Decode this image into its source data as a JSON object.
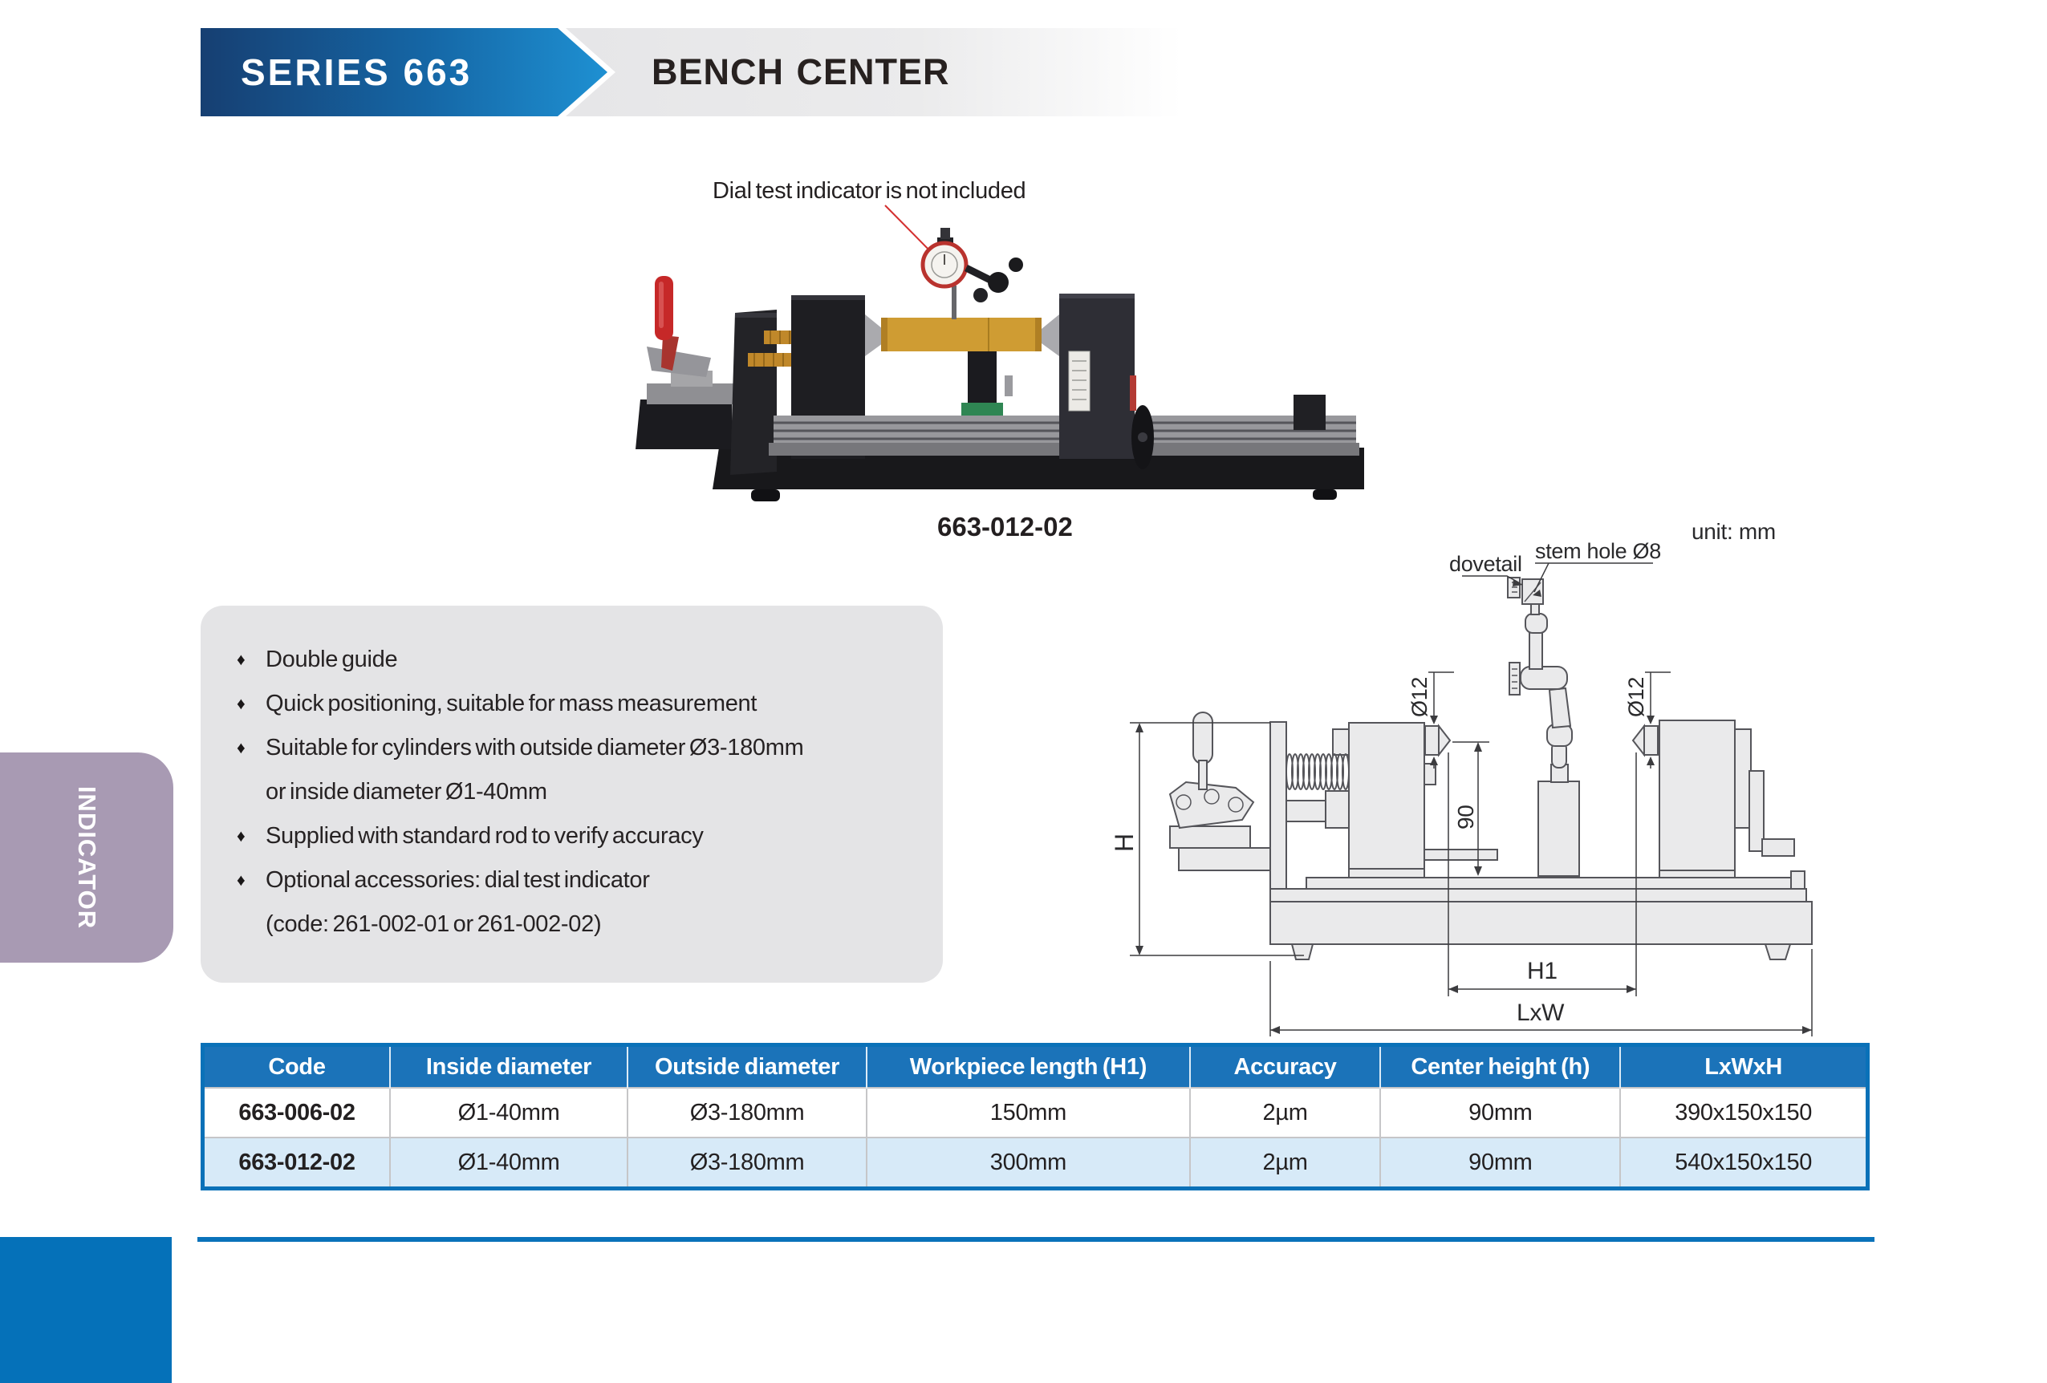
{
  "header": {
    "series_label": "SERIES 663",
    "title": "BENCH CENTER"
  },
  "photo": {
    "note": "Dial test indicator is not included",
    "caption": "663-012-02"
  },
  "features": {
    "bullet_glyph": "♦",
    "lines": [
      {
        "bullet": "♦",
        "text": "Double guide"
      },
      {
        "bullet": "♦",
        "text": "Quick positioning, suitable for mass measurement"
      },
      {
        "bullet": "♦",
        "text": "Suitable for cylinders with outside diameter Ø3-180mm"
      },
      {
        "bullet": "",
        "text": "or inside diameter Ø1-40mm"
      },
      {
        "bullet": "♦",
        "text": "Supplied with standard rod to verify accuracy"
      },
      {
        "bullet": "♦",
        "text": "Optional accessories: dial test indicator"
      },
      {
        "bullet": "",
        "text": "(code: 261-002-01 or 261-002-02)"
      }
    ]
  },
  "sidebar": {
    "tab_label": "INDICATOR"
  },
  "diagram": {
    "unit": "unit: mm",
    "dovetail": "dovetail",
    "stem_hole": "stem hole Ø8",
    "dia12": "Ø12",
    "center_height_90": "90",
    "dim_h": "H",
    "dim_h1": "H1",
    "dim_lxw": "LxW"
  },
  "table": {
    "headers": [
      "Code",
      "Inside diameter",
      "Outside diameter",
      "Workpiece length (H1)",
      "Accuracy",
      "Center height (h)",
      "LxWxH"
    ],
    "rows": [
      [
        "663-006-02",
        "Ø1-40mm",
        "Ø3-180mm",
        "150mm",
        "2µm",
        "90mm",
        "390x150x150"
      ],
      [
        "663-012-02",
        "Ø1-40mm",
        "Ø3-180mm",
        "300mm",
        "2µm",
        "90mm",
        "540x150x150"
      ]
    ]
  },
  "colors": {
    "banner_blue_dark": "#163f72",
    "banner_blue_light": "#1e90d2",
    "table_header_blue": "#1b73b9",
    "table_row_alt_blue": "#d7eaf8",
    "table_border_blue": "#0a71b8",
    "sidebar_tab_mauve": "#a89ab3",
    "accent_red": "#c62828",
    "workpiece_gold": "#cf9c33"
  }
}
